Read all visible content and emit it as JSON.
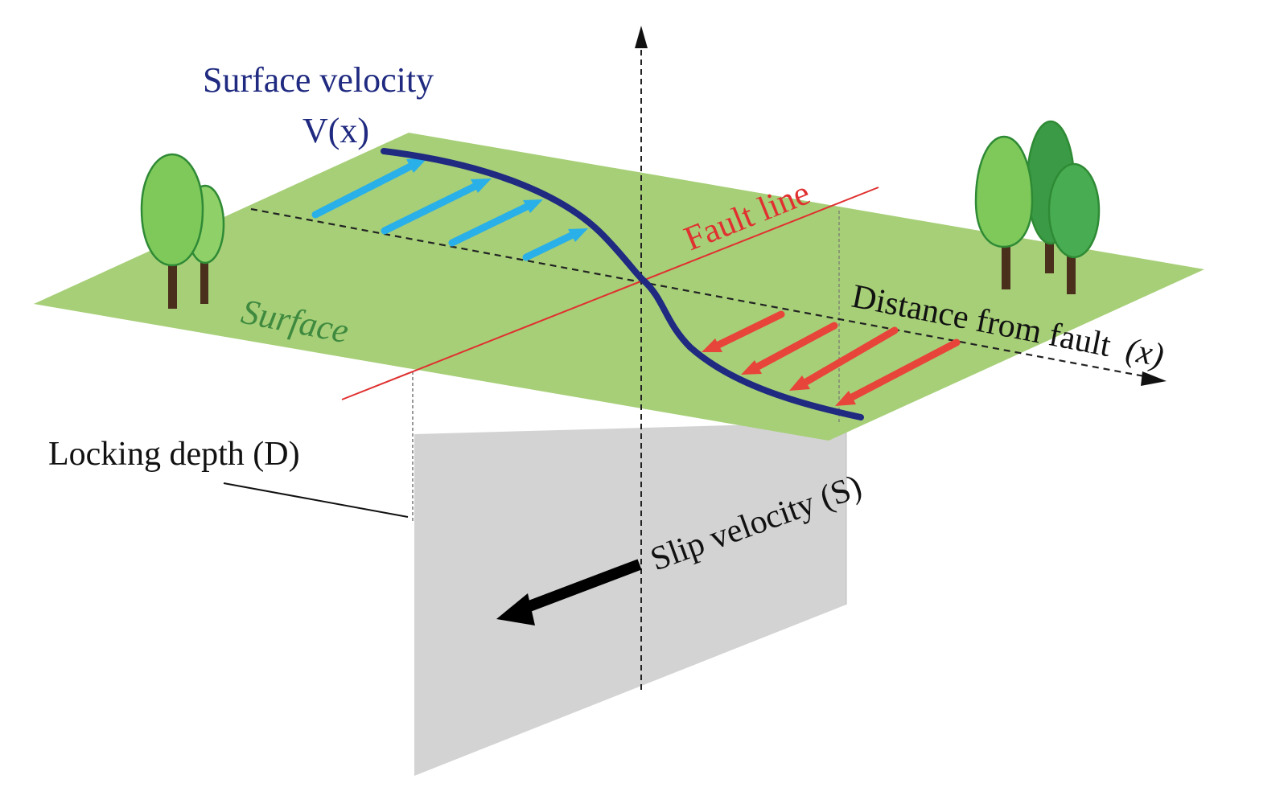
{
  "labels": {
    "surface_velocity_title": "Surface velocity",
    "surface_velocity_symbol": "V(x)",
    "fault_line": "Fault line",
    "surface": "Surface",
    "distance_axis": "Distance from fault",
    "distance_var": "(x)",
    "locking_depth": "Locking depth (D)",
    "slip_velocity": "Slip velocity (S)"
  },
  "colors": {
    "ground": "#a6cf77",
    "fault_plane": "#d3d3d3",
    "velocity_curve": "#1f2a80",
    "fault_line": "#e03030",
    "arrow_positive": "#2ab0e8",
    "arrow_negative": "#e8453a",
    "surface_text": "#3f8a3f",
    "tree_light": "#7ec95a",
    "tree_dark": "#3a9a45",
    "tree_outline": "#2f8a35",
    "trunk": "#4a2f1c"
  }
}
